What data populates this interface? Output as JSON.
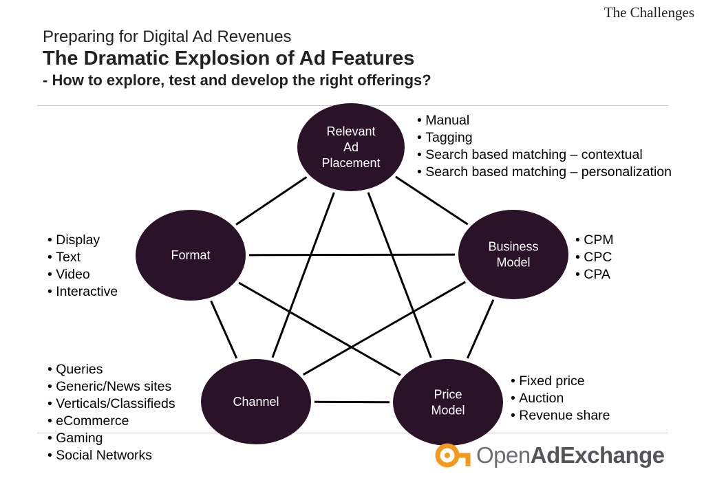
{
  "section_title": "The Challenges",
  "header": {
    "subtitle": "Preparing for Digital Ad Revenues",
    "title": "The Dramatic Explosion of Ad Features",
    "question": "- How to explore, test and develop the right offerings?"
  },
  "colors": {
    "node_fill": "#2a1228",
    "edge": "#000000",
    "rule": "#c9c9cf",
    "logo_orange": "#f39a1e",
    "logo_gray": "#6d6d72"
  },
  "diagram": {
    "nodes": [
      {
        "id": "relevant-ad-placement",
        "lines": [
          "Relevant",
          "Ad",
          "Placement"
        ]
      },
      {
        "id": "business-model",
        "lines": [
          "Business",
          "Model"
        ]
      },
      {
        "id": "price-model",
        "lines": [
          "Price",
          "Model"
        ]
      },
      {
        "id": "channel",
        "lines": [
          "Channel"
        ]
      },
      {
        "id": "format",
        "lines": [
          "Format"
        ]
      }
    ],
    "edges": [
      [
        "relevant-ad-placement",
        "business-model"
      ],
      [
        "relevant-ad-placement",
        "format"
      ],
      [
        "relevant-ad-placement",
        "channel"
      ],
      [
        "relevant-ad-placement",
        "price-model"
      ],
      [
        "format",
        "business-model"
      ],
      [
        "format",
        "channel"
      ],
      [
        "format",
        "price-model"
      ],
      [
        "business-model",
        "channel"
      ],
      [
        "business-model",
        "price-model"
      ],
      [
        "channel",
        "price-model"
      ]
    ]
  },
  "lists": {
    "placement": [
      "Manual",
      "Tagging",
      "Search based matching – contextual",
      "Search based matching – personalization"
    ],
    "business": [
      "CPM",
      "CPC",
      "CPA"
    ],
    "format": [
      "Display",
      "Text",
      "Video",
      "Interactive"
    ],
    "channel": [
      "Queries",
      "Generic/News sites",
      "Verticals/Classifieds",
      "eCommerce",
      "Gaming",
      "Social Networks"
    ],
    "price": [
      "Fixed price",
      "Auction",
      "Revenue share"
    ]
  },
  "logo": {
    "icon": "open-ad-exchange-logo-icon",
    "prefix": "Open",
    "bold": "AdExchange"
  }
}
